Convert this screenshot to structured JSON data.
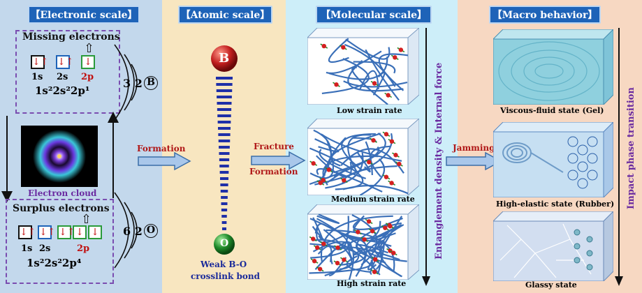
{
  "headers": {
    "electronic": "【Electronic scale】",
    "atomic": "【Atomic scale】",
    "molecular": "【Molecular scale】",
    "macro": "【Macro behavior】"
  },
  "electronic": {
    "missing_title": "Missing electrons",
    "missing_orbitals": [
      "1s",
      "2s",
      "2p"
    ],
    "missing_config": "1s²2s²2p¹",
    "boron_shells": "3 2",
    "boron_symbol": "B",
    "cloud_label": "Electron cloud",
    "surplus_title": "Surplus electrons",
    "surplus_orbitals": [
      "1s",
      "2s",
      "2p"
    ],
    "surplus_config": "1s²2s²2p⁴",
    "oxygen_shells": "6 2",
    "oxygen_symbol": "O",
    "up_arrow": "⇧"
  },
  "arrows": {
    "formation": "Formation",
    "fracture": "Fracture",
    "formation2": "Formation",
    "jamming": "Jamming"
  },
  "atomic": {
    "top_atom": "B",
    "bottom_atom": "O",
    "bond_label_1": "Weak B-O",
    "bond_label_2": "crosslink bond"
  },
  "molecular": {
    "cubes": [
      {
        "label": "Low strain rate"
      },
      {
        "label": "Medium strain rate"
      },
      {
        "label": "High strain rate"
      }
    ],
    "side_label": "Entanglement density & Internal force"
  },
  "macro": {
    "cubes": [
      {
        "label": "Viscous-fluid state (Gel)"
      },
      {
        "label": "High-elastic state (Rubber)"
      },
      {
        "label": "Glassy state"
      }
    ],
    "side_label": "Impact phase transition"
  },
  "colors": {
    "electronic_bg": "#c3d8ec",
    "atomic_bg": "#f8e6c0",
    "molecular_bg": "#cdeef9",
    "macro_bg": "#f7d8c2",
    "header": "#1e63b8",
    "label_red": "#b01818",
    "label_purple": "#6a2aa0",
    "label_blue": "#1a2a9a"
  }
}
